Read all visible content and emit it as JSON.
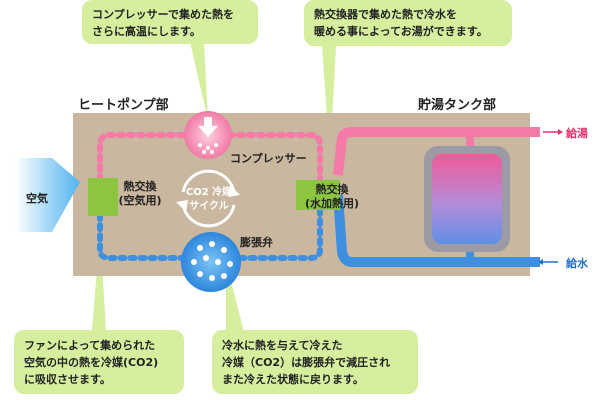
{
  "callouts": {
    "compressor": {
      "line1": "コンプレッサーで集めた熱を",
      "line2": "さらに高温にします。"
    },
    "exchanger_water": {
      "line1": "熱交換器で集めた熱で冷水を",
      "line2": "暖める事によってお湯ができます。"
    },
    "fan": {
      "line1": "ファンによって集められた",
      "line2": "空気の中の熱を冷媒(CO2)",
      "line3": "に吸収させます。"
    },
    "expansion": {
      "line1": "冷水に熱を与えて冷えた",
      "line2": "冷媒（CO2）は膨張弁で減圧され",
      "line3": "また冷えた状態に戻ります。"
    }
  },
  "sections": {
    "heat_pump": "ヒートポンプ部",
    "tank": "貯湯タンク部"
  },
  "labels": {
    "air": "空気",
    "exchanger_air_line1": "熱交換",
    "exchanger_air_line2": "(空気用)",
    "compressor": "コンプレッサー",
    "co2_cycle_line1": "CO2 冷媒",
    "co2_cycle_line2": "サイクル",
    "exchanger_water_line1": "熱交換",
    "exchanger_water_line2": "(水加熱用)",
    "expansion_valve": "膨張弁",
    "hot_water_out": "給湯",
    "water_in": "給水"
  },
  "colors": {
    "hot": "#f47aa8",
    "cold": "#3f8fe0",
    "unit_bg": "#c9b79f",
    "exchanger": "#8cc63f",
    "callout": "#d6ef9e",
    "arrow_hot": "#e8306a",
    "arrow_cold": "#1e6fd0"
  }
}
